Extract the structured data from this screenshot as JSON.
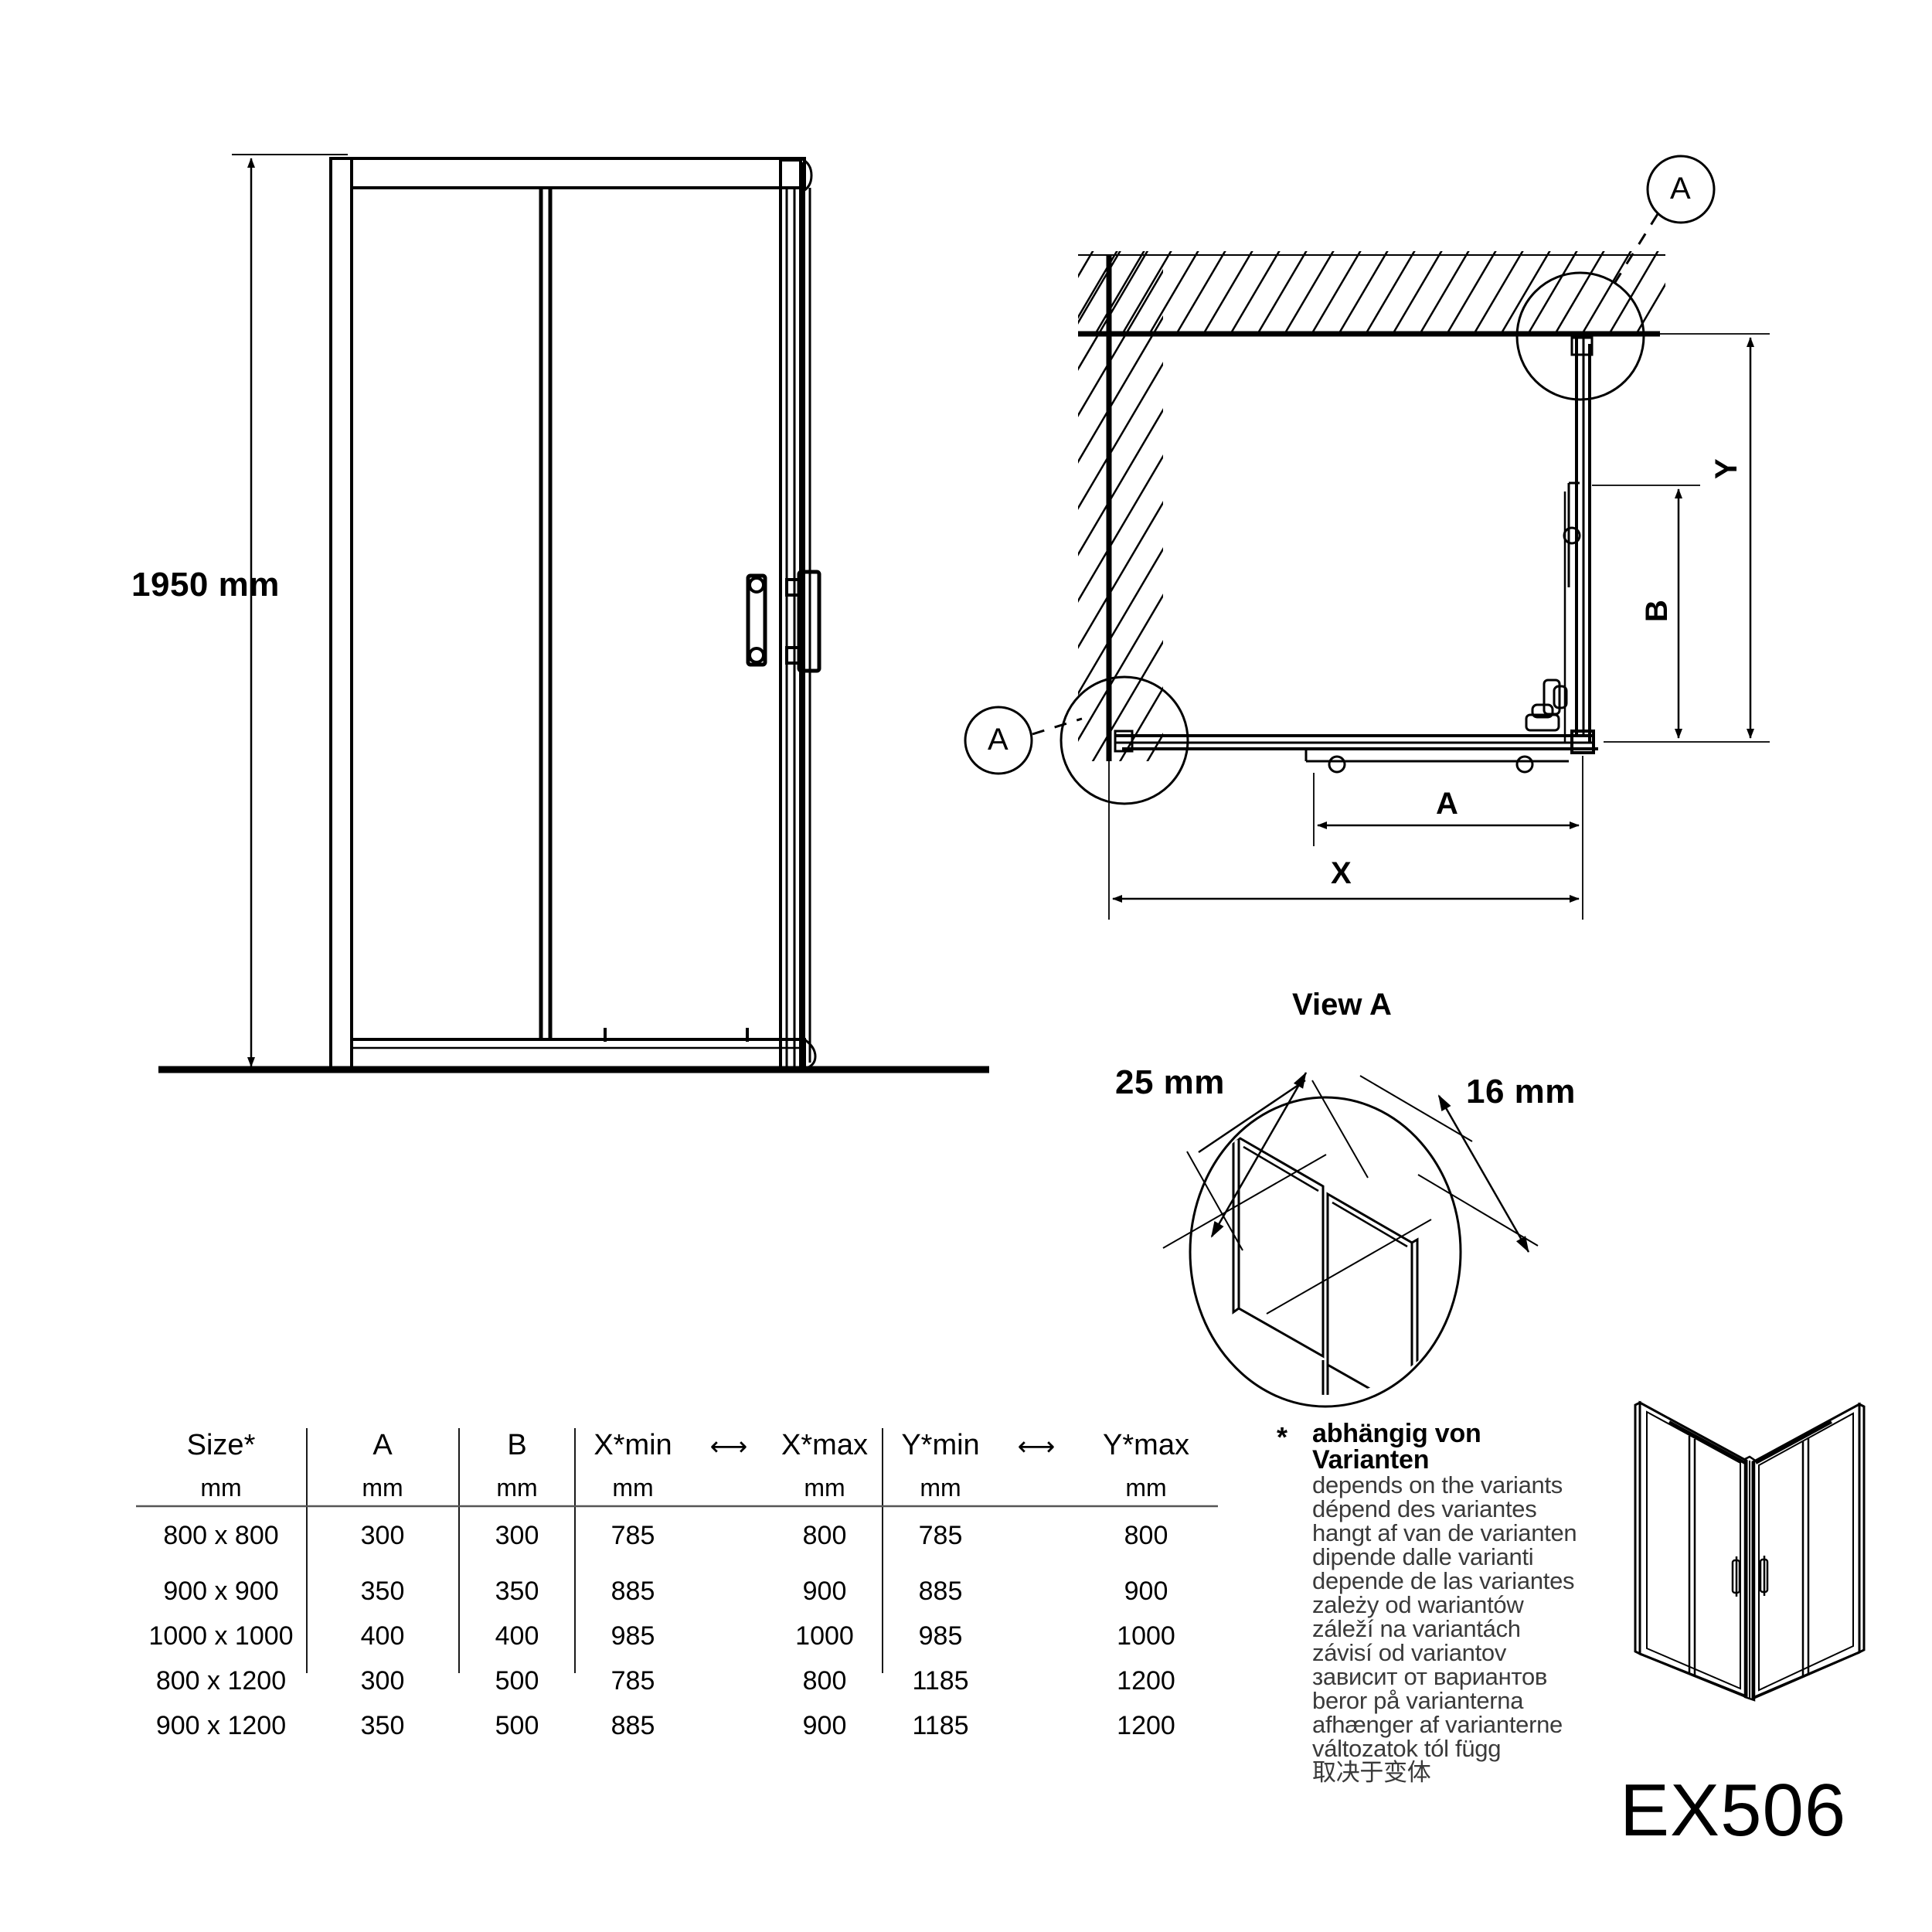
{
  "model": {
    "code": "EX506"
  },
  "elevation": {
    "height_label": "1950 mm"
  },
  "plan": {
    "balloon_top": "A",
    "balloon_left": "A",
    "dim_y": "Y",
    "dim_b": "B",
    "dim_x": "X",
    "dim_a": "A"
  },
  "detail": {
    "title": "View A",
    "dim_left": "25 mm",
    "dim_right": "16 mm"
  },
  "table": {
    "headers": [
      "Size*",
      "A",
      "B",
      "X*min",
      "X*max",
      "Y*min",
      "Y*max"
    ],
    "arrow": "⟷",
    "units": [
      "mm",
      "mm",
      "mm",
      "mm",
      "mm",
      "mm",
      "mm"
    ],
    "rows": [
      [
        "800 x 800",
        "300",
        "300",
        "785",
        "800",
        "785",
        "800"
      ],
      [
        "900 x 900",
        "350",
        "350",
        "885",
        "900",
        "885",
        "900"
      ],
      [
        "1000 x 1000",
        "400",
        "400",
        "985",
        "1000",
        "985",
        "1000"
      ],
      [
        "800 x 1200",
        "300",
        "500",
        "785",
        "800",
        "1185",
        "1200"
      ],
      [
        "900 x 1200",
        "350",
        "500",
        "885",
        "900",
        "1185",
        "1200"
      ]
    ]
  },
  "footnote": {
    "marker": "*",
    "lines": [
      "abhängig von Varianten",
      "depends on the variants",
      "dépend des variantes",
      "hangt af van de varianten",
      "dipende dalle varianti",
      "depende de las variantes",
      "zależy od wariantów",
      "záleží na variantách",
      "závisí od variantov",
      "зависит от вариантов",
      "beror på varianterna",
      "afhænger af varianterne",
      "változatok tól függ",
      "取决于变体"
    ]
  },
  "colors": {
    "line": "#000000",
    "rule": "#555555",
    "background": "#ffffff"
  }
}
